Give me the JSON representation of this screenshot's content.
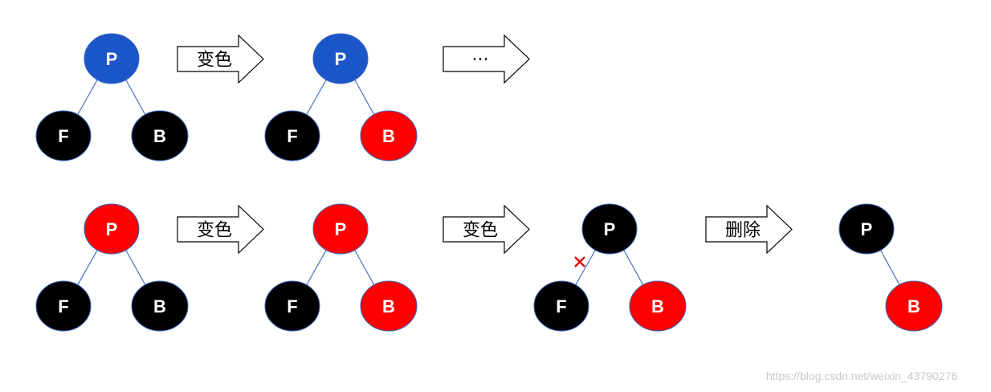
{
  "colors": {
    "blue": "#1a56c8",
    "red": "#ff0000",
    "black": "#000000",
    "edge": "#4a72c4",
    "node_border": "#3a64c0",
    "cross": "#e00000"
  },
  "rows": [
    {
      "steps": [
        {
          "nodes": {
            "p": {
              "label": "P",
              "color": "blue"
            },
            "f": {
              "label": "F",
              "color": "black"
            },
            "b": {
              "label": "B",
              "color": "black"
            }
          }
        },
        {
          "arrow": "变色"
        },
        {
          "nodes": {
            "p": {
              "label": "P",
              "color": "blue"
            },
            "f": {
              "label": "F",
              "color": "black"
            },
            "b": {
              "label": "B",
              "color": "red"
            }
          }
        },
        {
          "arrow": "···"
        }
      ]
    },
    {
      "steps": [
        {
          "nodes": {
            "p": {
              "label": "P",
              "color": "red"
            },
            "f": {
              "label": "F",
              "color": "black"
            },
            "b": {
              "label": "B",
              "color": "black"
            }
          }
        },
        {
          "arrow": "变色"
        },
        {
          "nodes": {
            "p": {
              "label": "P",
              "color": "red"
            },
            "f": {
              "label": "F",
              "color": "black"
            },
            "b": {
              "label": "B",
              "color": "red"
            }
          }
        },
        {
          "arrow": "变色"
        },
        {
          "nodes": {
            "p": {
              "label": "P",
              "color": "black"
            },
            "f": {
              "label": "F",
              "color": "black"
            },
            "b": {
              "label": "B",
              "color": "red"
            }
          },
          "cut_left_edge": true
        },
        {
          "arrow": "删除"
        },
        {
          "nodes": {
            "p": {
              "label": "P",
              "color": "black"
            },
            "b": {
              "label": "B",
              "color": "red"
            }
          }
        }
      ]
    }
  ],
  "watermark": "https://blog.csdn.net/weixin_43790276"
}
